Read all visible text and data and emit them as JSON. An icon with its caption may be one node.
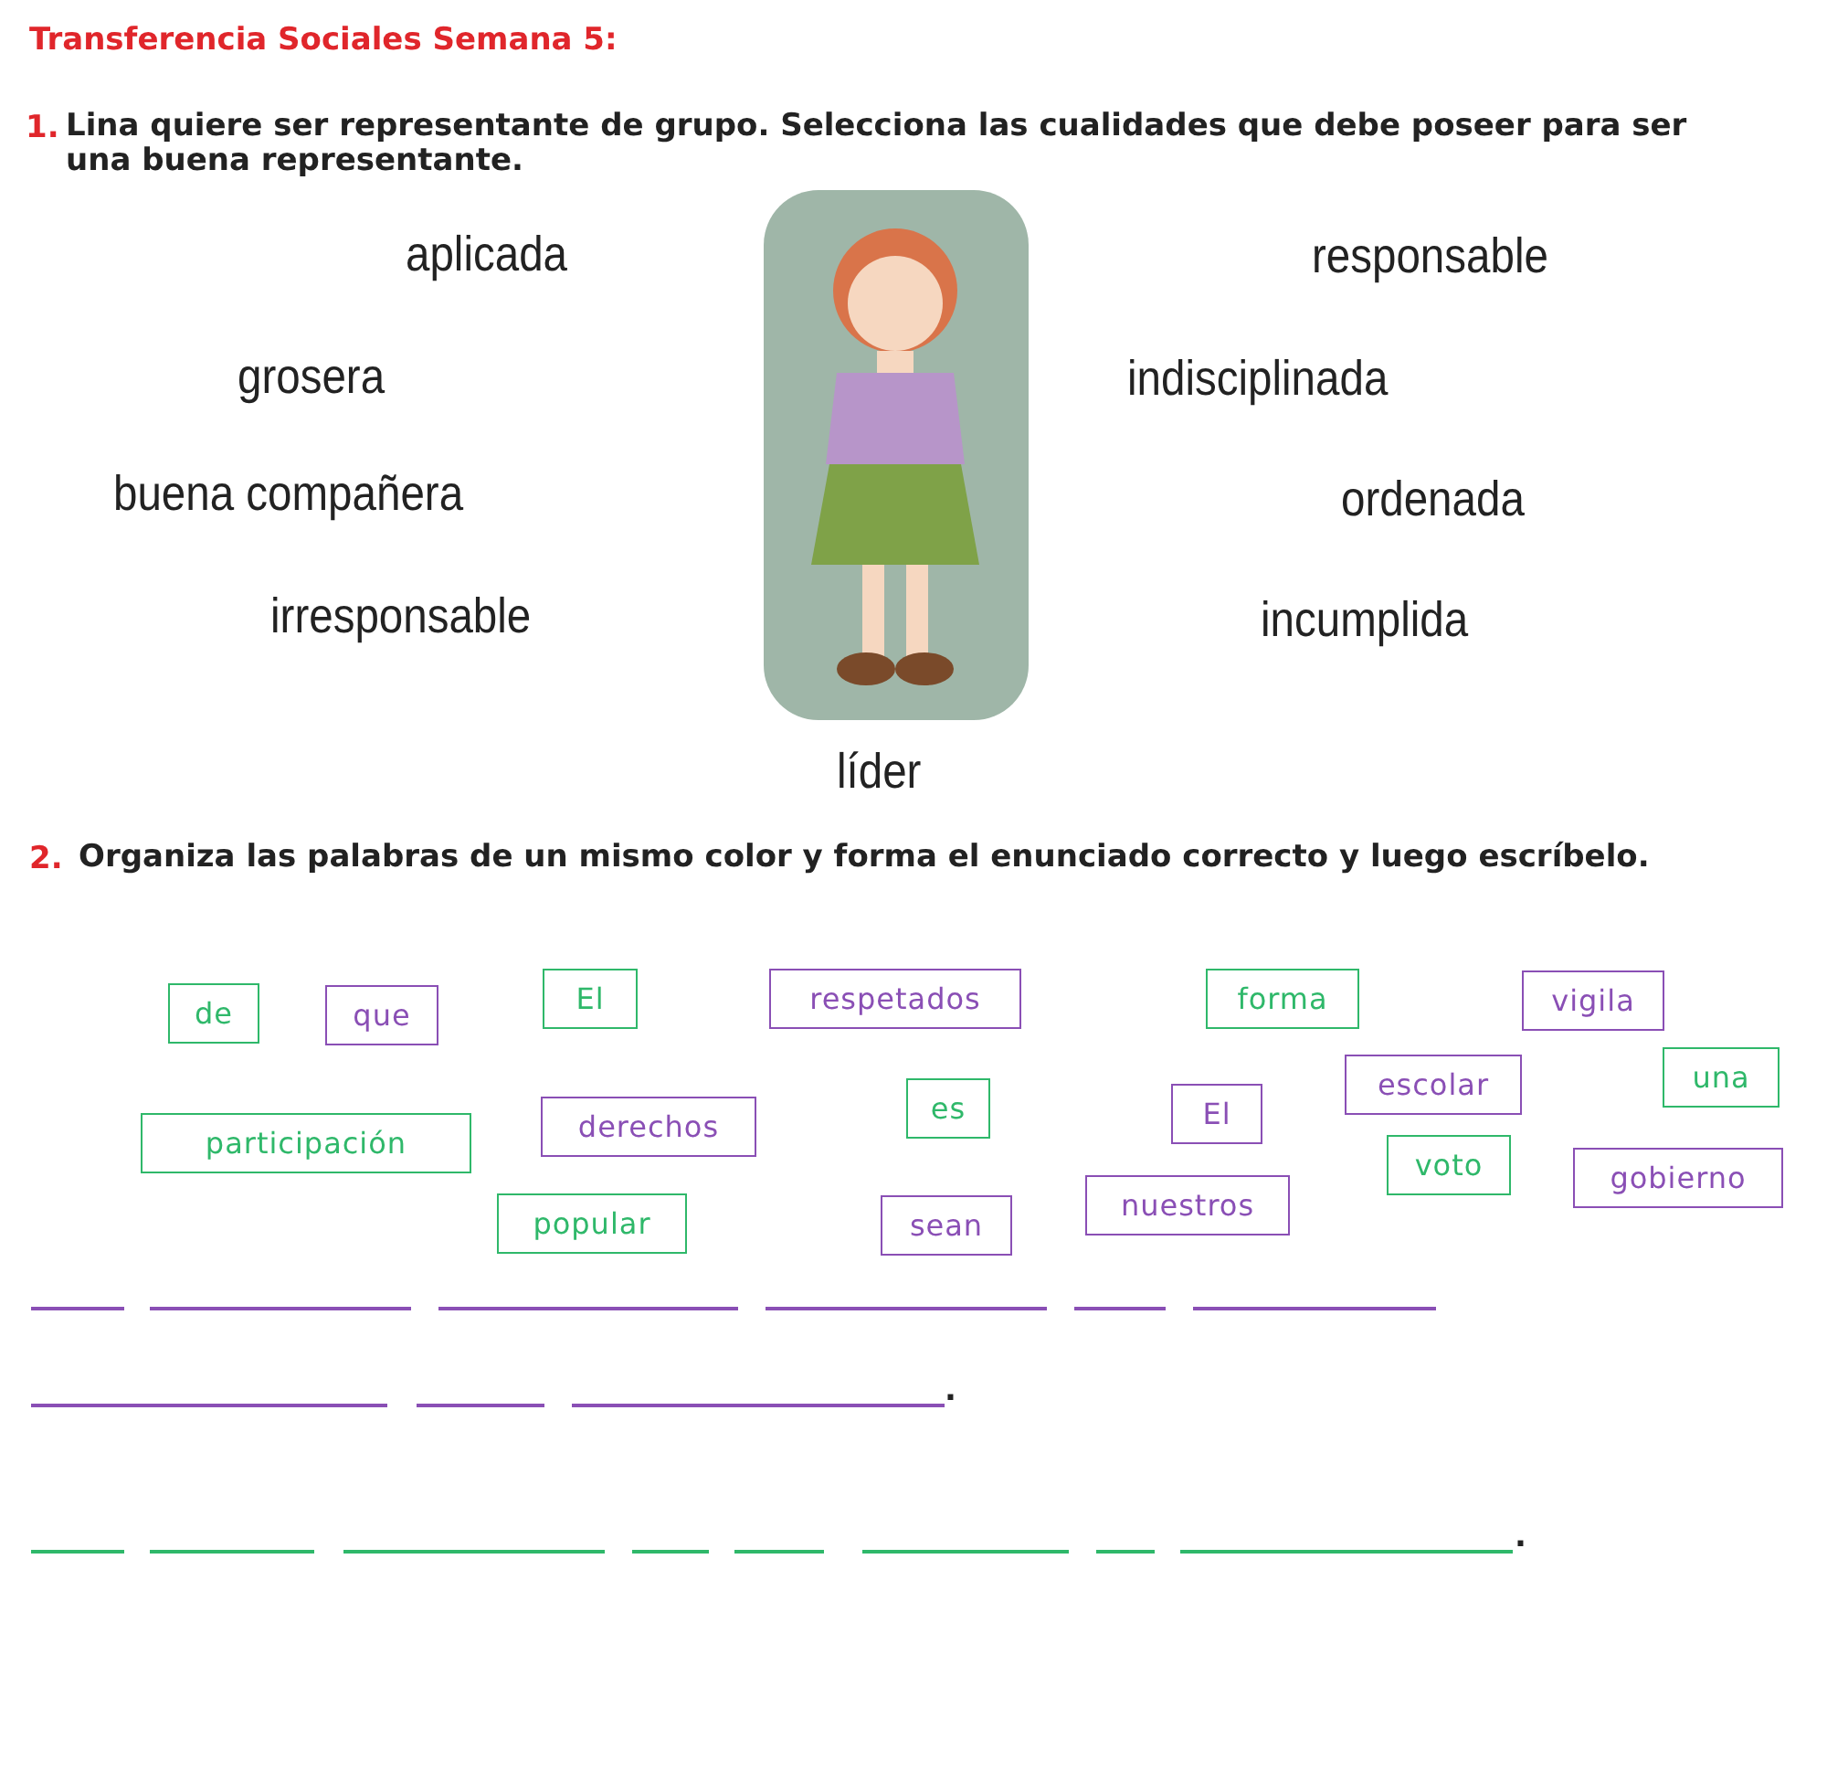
{
  "diagram": {
    "title": "Transferencia Sociales Semana 5:",
    "nodes": [
      {
        "text": [
          "de"
        ]
      },
      {
        "text": [
          "que"
        ]
      },
      {
        "text": [
          "El"
        ]
      },
      {
        "text": [
          "respetados"
        ]
      },
      {
        "text": [
          "forma"
        ]
      },
      {
        "text": [
          "vigila"
        ]
      },
      {
        "text": [
          "una"
        ]
      },
      {
        "text": [
          "escolar"
        ]
      },
      {
        "text": [
          "participación"
        ]
      },
      {
        "text": [
          "derechos"
        ]
      },
      {
        "text": [
          "es"
        ]
      },
      {
        "text": [
          "El"
        ]
      },
      {
        "text": [
          "voto"
        ]
      },
      {
        "text": [
          "gobierno"
        ]
      },
      {
        "text": [
          "nuestros"
        ]
      },
      {
        "text": [
          "popular"
        ]
      },
      {
        "text": [
          "sean"
        ]
      }
    ],
    "edges": [],
    "labels": [
      "1.",
      "Lina quiere ser representante de grupo. Selecciona las cualidades que debe poseer para ser una buena representante.",
      "aplicada",
      "responsable",
      "grosera",
      "indisciplinada",
      "buena compañera",
      "ordenada",
      "irresponsable",
      "incumplida",
      "líder",
      "2.",
      "Organiza las palabras de un mismo color y forma el enunciado correcto y luego escríbelo.",
      ".",
      "."
    ]
  }
}
